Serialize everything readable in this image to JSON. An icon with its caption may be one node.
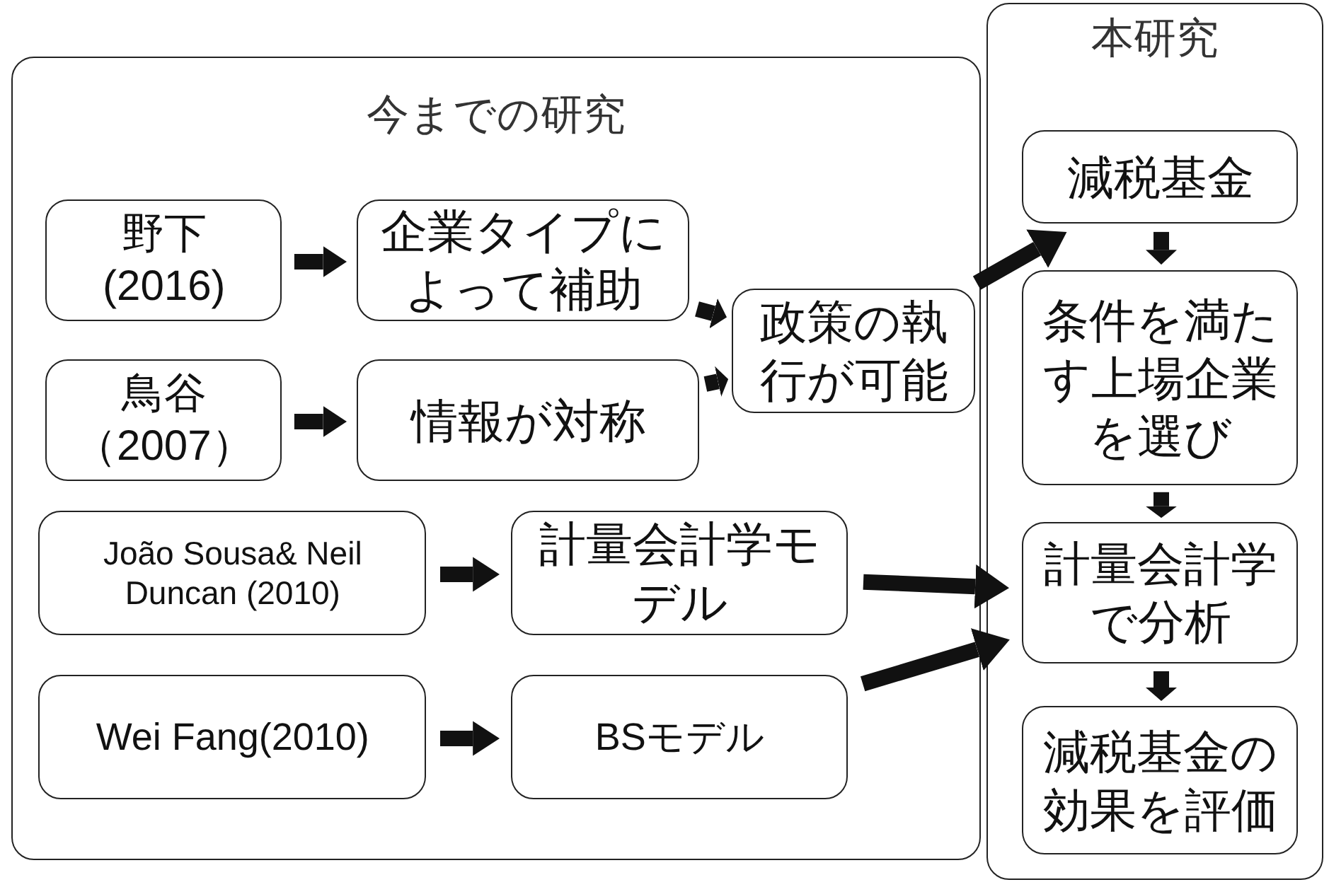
{
  "diagram": {
    "nodes": [
      {
        "text": [
          "今までの研究"
        ]
      },
      {
        "text": [
          "本研究"
        ]
      },
      {
        "text": [
          "野下 (2016)"
        ],
        "in": 0
      },
      {
        "text": [
          "企業タイプによって補助"
        ],
        "in": 0
      },
      {
        "text": [
          "鳥谷（2007）"
        ],
        "in": 0
      },
      {
        "text": [
          "情報が対称"
        ],
        "in": 0
      },
      {
        "text": [
          "政策の執行が可能"
        ],
        "in": 0
      },
      {
        "text": [
          "João Sousa& Neil Duncan (2010)"
        ],
        "in": 0
      },
      {
        "text": [
          "計量会計学モデル"
        ],
        "in": 0
      },
      {
        "text": [
          "Wei Fang(2010)"
        ],
        "in": 0
      },
      {
        "text": [
          "BSモデル"
        ],
        "in": 0
      },
      {
        "text": [
          "減税基金"
        ],
        "in": 1
      },
      {
        "text": [
          "条件を満たす上場企業を選び"
        ],
        "in": 1
      },
      {
        "text": [
          "計量会計学で分析"
        ],
        "in": 1
      },
      {
        "text": [
          "減税基金の効果を評価"
        ],
        "in": 1
      }
    ],
    "edges": [
      {
        "from": 2,
        "to": 3,
        "arrow": "to"
      },
      {
        "from": 3,
        "to": 6,
        "arrow": "to"
      },
      {
        "from": 4,
        "to": 5,
        "arrow": "to"
      },
      {
        "from": 5,
        "to": 6,
        "arrow": "to"
      },
      {
        "from": 6,
        "to": 11,
        "arrow": "to"
      },
      {
        "from": 7,
        "to": 8,
        "arrow": "to"
      },
      {
        "from": 8,
        "to": 13,
        "arrow": "to"
      },
      {
        "from": 9,
        "to": 10,
        "arrow": "to"
      },
      {
        "from": 10,
        "to": 13,
        "arrow": "to"
      },
      {
        "from": 11,
        "to": 12,
        "arrow": "to"
      },
      {
        "from": 12,
        "to": 13,
        "arrow": "to"
      },
      {
        "from": 13,
        "to": 14,
        "arrow": "to"
      }
    ]
  }
}
